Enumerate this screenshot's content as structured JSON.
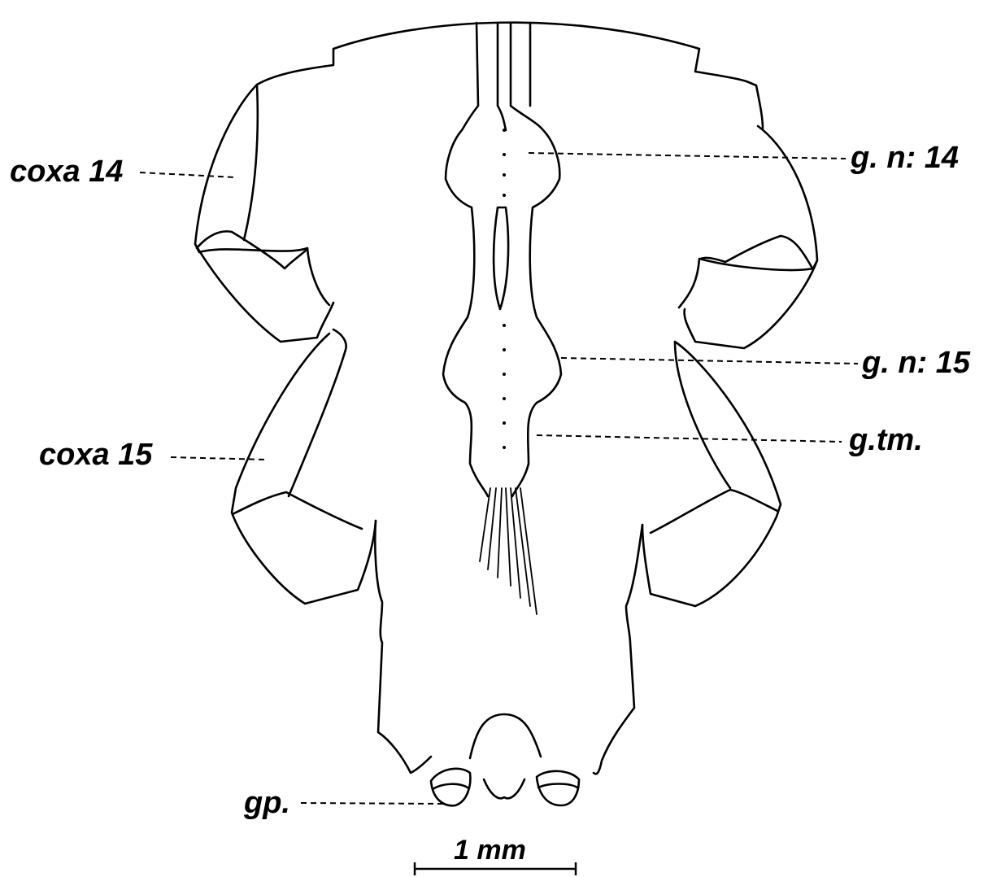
{
  "labels": {
    "coxa14": "coxa 14",
    "coxa15": "coxa 15",
    "gn14": "g. n: 14",
    "gn15": "g. n: 15",
    "gtm": "g.tm.",
    "gp": "gp."
  },
  "scale_bar": {
    "label": "1 mm"
  }
}
